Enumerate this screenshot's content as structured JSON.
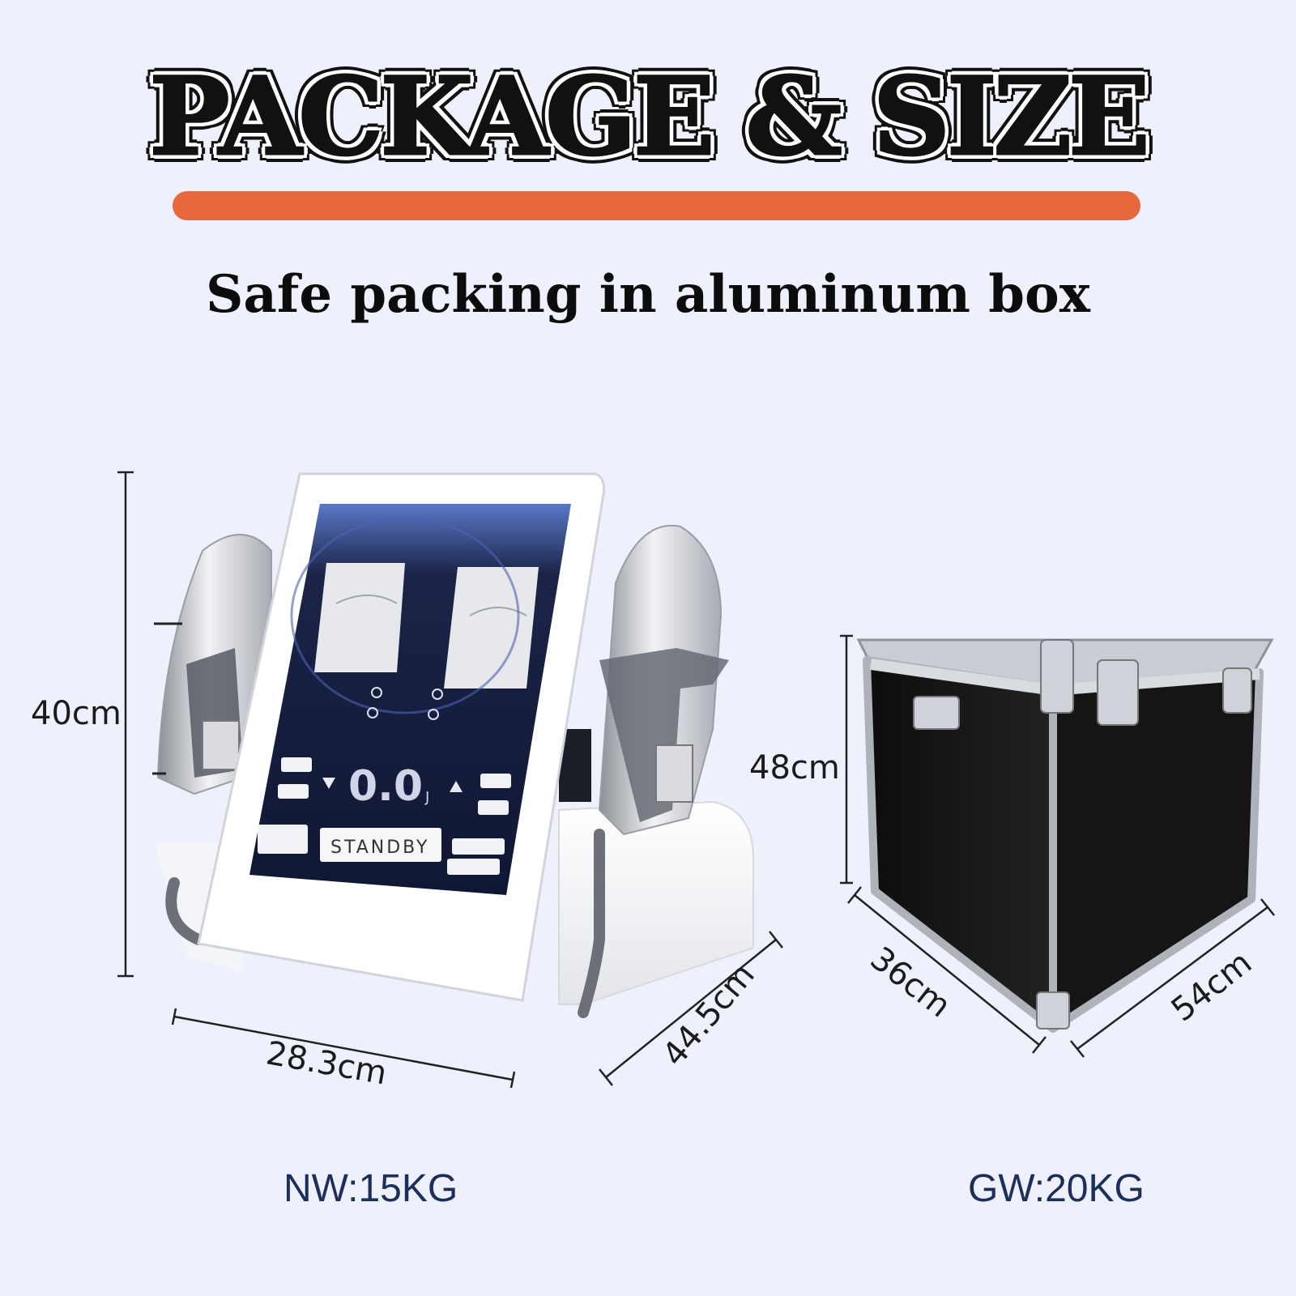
{
  "header": {
    "title": "PACKAGE & SIZE",
    "subtitle": "Safe packing in aluminum box",
    "accent_color": "#e8683d"
  },
  "machine": {
    "height_label": "40cm",
    "width_label": "28.3cm",
    "depth_label": "44.5cm",
    "weight_label": "NW:15KG",
    "screen": {
      "value": "0.0",
      "unit": "J",
      "status": "STANDBY"
    }
  },
  "box": {
    "height_label": "48cm",
    "depth_label": "36cm",
    "width_label": "54cm",
    "weight_label": "GW:20KG"
  }
}
